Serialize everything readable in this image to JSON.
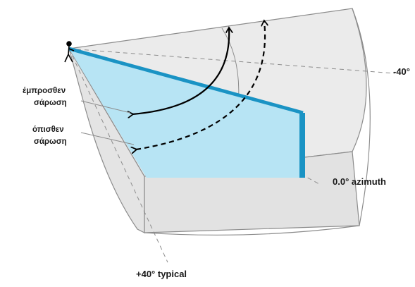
{
  "diagram": {
    "labels": {
      "forward_scan_line1": "έμπροσθεν",
      "forward_scan_line2": "σάρωση",
      "backward_scan_line1": "όπισθεν",
      "backward_scan_line2": "σάρωση",
      "angle_minus": "-40°",
      "azimuth": "0.0° azimuth",
      "angle_plus": "+40° typical"
    },
    "colors": {
      "volume_fill": "#e6e6e6",
      "volume_stroke": "#8c8c8c",
      "beam_fill": "#b7e4f4",
      "beam_edge": "#1a93c4",
      "arrow": "#000000",
      "dashed_guide": "#8c8c8c"
    },
    "icons": {
      "observer": "person-icon"
    }
  }
}
